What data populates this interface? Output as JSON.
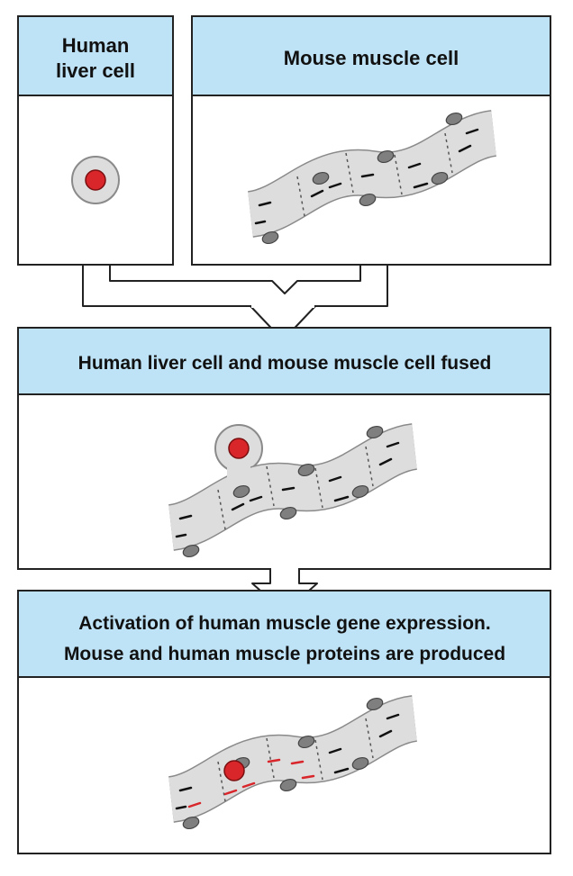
{
  "panels": {
    "human_liver": {
      "title_line1": "Human",
      "title_line2": "liver cell"
    },
    "mouse_muscle": {
      "title": "Mouse muscle cell"
    },
    "fused": {
      "title": "Human liver cell and mouse muscle cell fused"
    },
    "activation": {
      "title_line1": "Activation of human muscle gene expression.",
      "title_line2": "Mouse and human muscle proteins are produced"
    }
  },
  "colors": {
    "header_fill": "#bfe3f6",
    "border": "#222222",
    "cell_fill": "#dddddd",
    "cell_stroke": "#8a8a8a",
    "nucleus_gray": "#7f7f7f",
    "nucleus_human": "#d8262b",
    "mouse_protein": "#111111",
    "human_protein": "#d8262b"
  },
  "icons": {
    "flow_connector": "merge-arrow-icon",
    "flow_arrow": "down-arrow-icon"
  }
}
